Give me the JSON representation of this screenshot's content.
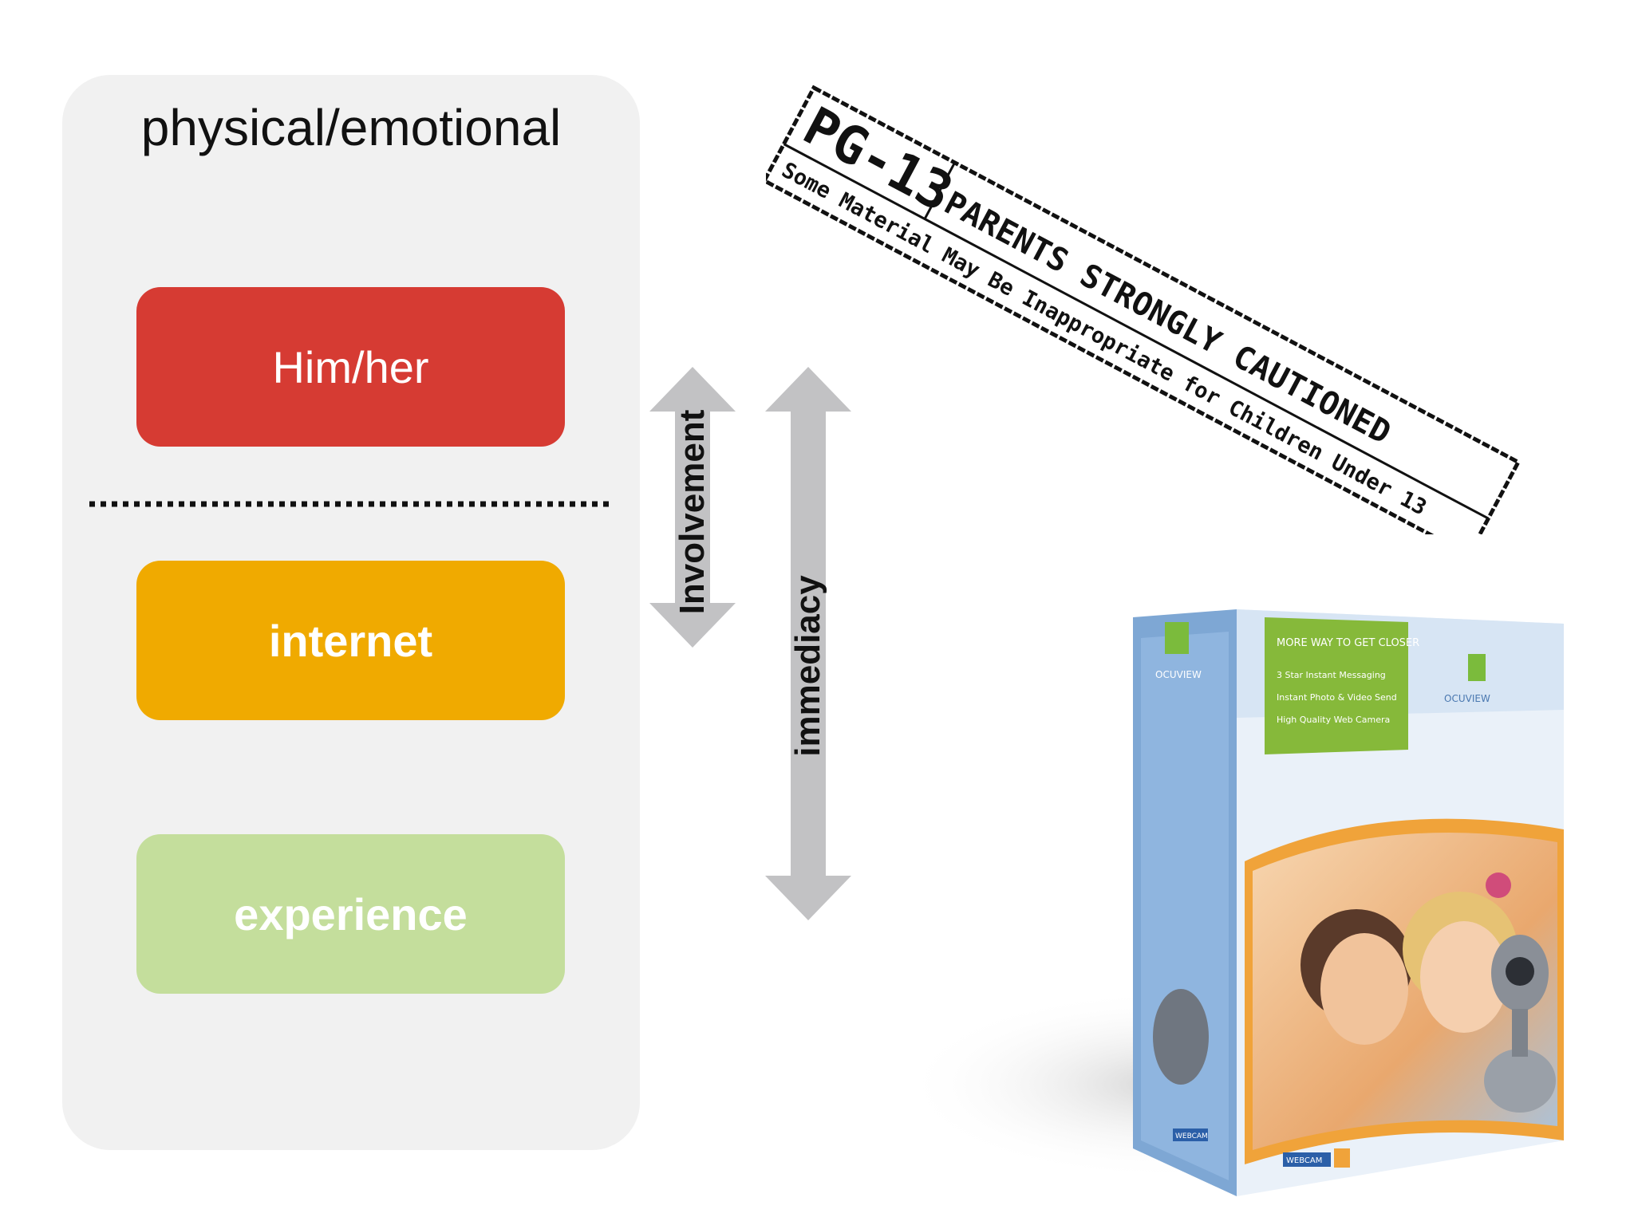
{
  "panel": {
    "title": "physical/emotional",
    "items": [
      {
        "label": "Him/her",
        "color": "#d63b33"
      },
      {
        "label": "internet",
        "color": "#f0aa00"
      },
      {
        "label": "experience",
        "color": "#c4de9c"
      }
    ]
  },
  "axes": {
    "involvement_label": "Involvement",
    "immediacy_label": "immediacy",
    "arrow_color": "#c2c2c4"
  },
  "rating_stamp": {
    "rating": "PG-13",
    "caution": "PARENTS STRONGLY CAUTIONED",
    "notice": "Some Material May Be Inappropriate for Children Under 13"
  },
  "product_box": {
    "brand": "OCUVIEW",
    "badge": "WEBCAM",
    "headline": "MORE WAY TO GET CLOSER",
    "features": [
      "3 Star Instant Messaging",
      "Instant Photo & Video Send",
      "High Quality Web Camera"
    ]
  }
}
